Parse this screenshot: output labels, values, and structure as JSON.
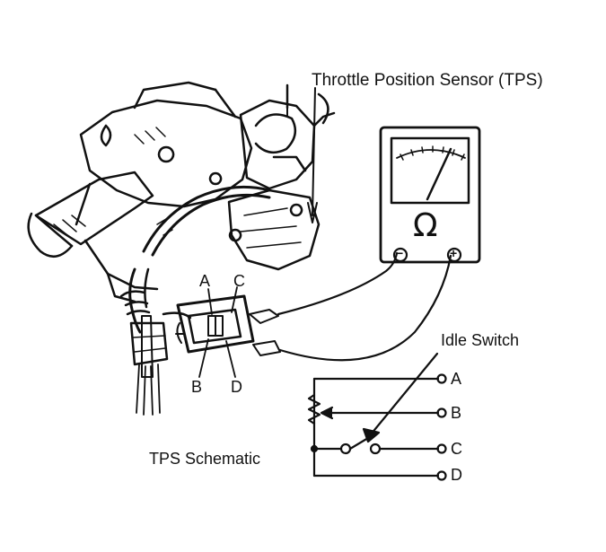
{
  "labels": {
    "tps": "Throttle Position Sensor (TPS)",
    "idle_switch": "Idle Switch",
    "schematic": "TPS Schematic",
    "conn_a": "A",
    "conn_c": "C",
    "conn_b": "B",
    "conn_d": "D",
    "term_a": "A",
    "term_b": "B",
    "term_c": "C",
    "term_d": "D"
  },
  "meter": {
    "symbol": "Ω",
    "neg": "−",
    "pos": "+"
  }
}
